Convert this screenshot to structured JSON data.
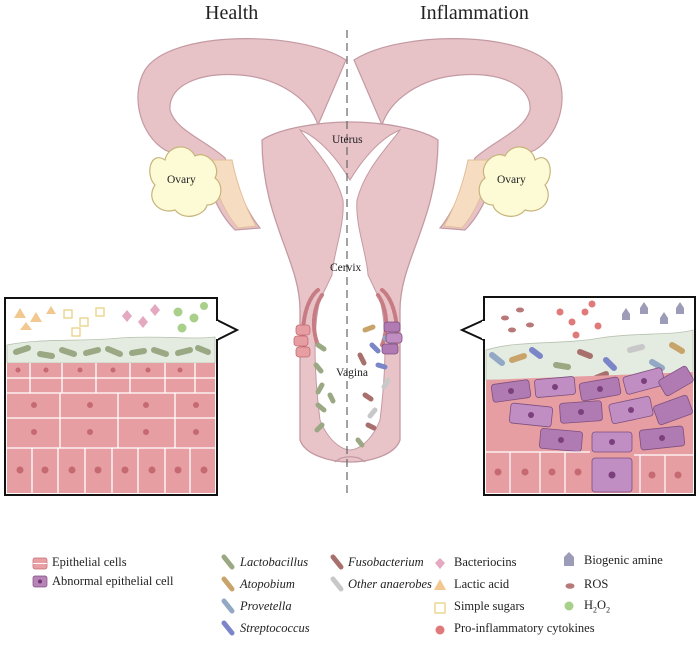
{
  "headers": {
    "left": "Health",
    "right": "Inflammation"
  },
  "organ_labels": {
    "uterus": "Uterus",
    "ovary_left": "Ovary",
    "ovary_right": "Ovary",
    "cervix": "Cervix",
    "vagina": "Vagina"
  },
  "legend": {
    "col1": [
      {
        "label": "Epithelial cells",
        "icon": "epithelial-cell-icon",
        "color": "#e8a0a4"
      },
      {
        "label": "Abnormal epithelial cell",
        "icon": "abnormal-cell-icon",
        "color": "#b784b8"
      }
    ],
    "col2": [
      {
        "label": "Lactobacillus",
        "icon": "lactobacillus-icon",
        "color": "#9aa884"
      },
      {
        "label": "Atopobium",
        "icon": "atopobium-icon",
        "color": "#c9a46a"
      },
      {
        "label": "Provetella",
        "icon": "provetella-icon",
        "color": "#93a8c4"
      },
      {
        "label": "Streptococcus",
        "icon": "streptococcus-icon",
        "color": "#7b86c8"
      }
    ],
    "col3": [
      {
        "label": "Fusobacterium",
        "icon": "fusobacterium-icon",
        "color": "#a8706c"
      },
      {
        "label": "Other anaerobes",
        "icon": "other-anaerobes-icon",
        "color": "#c8c8c8"
      }
    ],
    "col4": [
      {
        "label": "Bacteriocins",
        "icon": "bacteriocins-icon",
        "color": "#e4a8c0"
      },
      {
        "label": "Lactic acid",
        "icon": "lactic-acid-icon",
        "color": "#f2c890"
      },
      {
        "label": "Simple sugars",
        "icon": "simple-sugars-icon",
        "color": "#f4e6a8"
      },
      {
        "label": "Pro-inflammatory cytokines",
        "icon": "cytokines-icon",
        "color": "#e07a7a"
      }
    ],
    "col5": [
      {
        "label": "Biogenic amine",
        "icon": "biogenic-amine-icon",
        "color": "#9c9cb8"
      },
      {
        "label": "ROS",
        "icon": "ros-icon",
        "color": "#b87878"
      },
      {
        "label_main": "H",
        "label_sub": "2",
        "label_main2": "O",
        "label_sub2": "2",
        "icon": "h2o2-icon",
        "color": "#a8d08a"
      }
    ]
  },
  "colors": {
    "uterus": "#e6c3c8",
    "uterus_edge": "#c79aa2",
    "tube": "#f5dcc0",
    "ovary": "#fdfbd8",
    "epithelium": "#e79ea2",
    "epithelium_edge": "#c46a70",
    "abnormal": "#b07ab2",
    "mucus": "#e4ebe0"
  }
}
